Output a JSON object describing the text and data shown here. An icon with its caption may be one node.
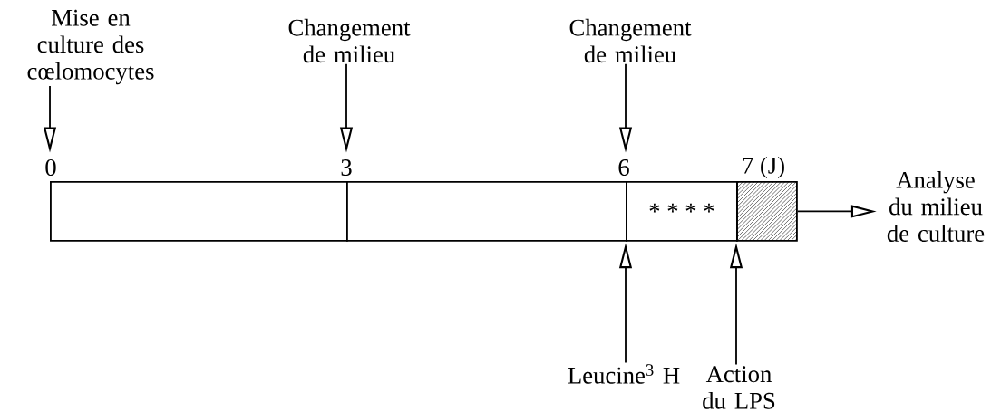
{
  "diagram": {
    "nodes": [
      {
        "text": [
          "Mise en culture des cœlomocytes"
        ]
      },
      {
        "text": [
          "Changement de milieu"
        ]
      },
      {
        "text": [
          "Changement de milieu"
        ]
      },
      {
        "text": [],
        "shape": "box"
      },
      {
        "text": [],
        "shape": "box"
      },
      {
        "text": [
          "* * * *"
        ]
      },
      {
        "text": [],
        "shape": "hatched-box"
      },
      {
        "text": [
          "Leucine$^{3}$ H"
        ]
      },
      {
        "text": [
          "Action du LPS"
        ]
      },
      {
        "text": [
          "Analyse du milieu de culture"
        ]
      }
    ],
    "edges": [
      {
        "from": 0,
        "to": 3,
        "arrow": "to"
      },
      {
        "from": 1,
        "to": 4,
        "arrow": "to"
      },
      {
        "from": 2,
        "to": 5,
        "arrow": "to"
      },
      {
        "from": 7,
        "to": 5,
        "arrow": "to"
      },
      {
        "from": 8,
        "to": 6,
        "arrow": "to"
      },
      {
        "from": 6,
        "to": 9,
        "arrow": "to"
      }
    ],
    "labels": [
      "0",
      "3",
      "6",
      "7 (J)"
    ]
  }
}
